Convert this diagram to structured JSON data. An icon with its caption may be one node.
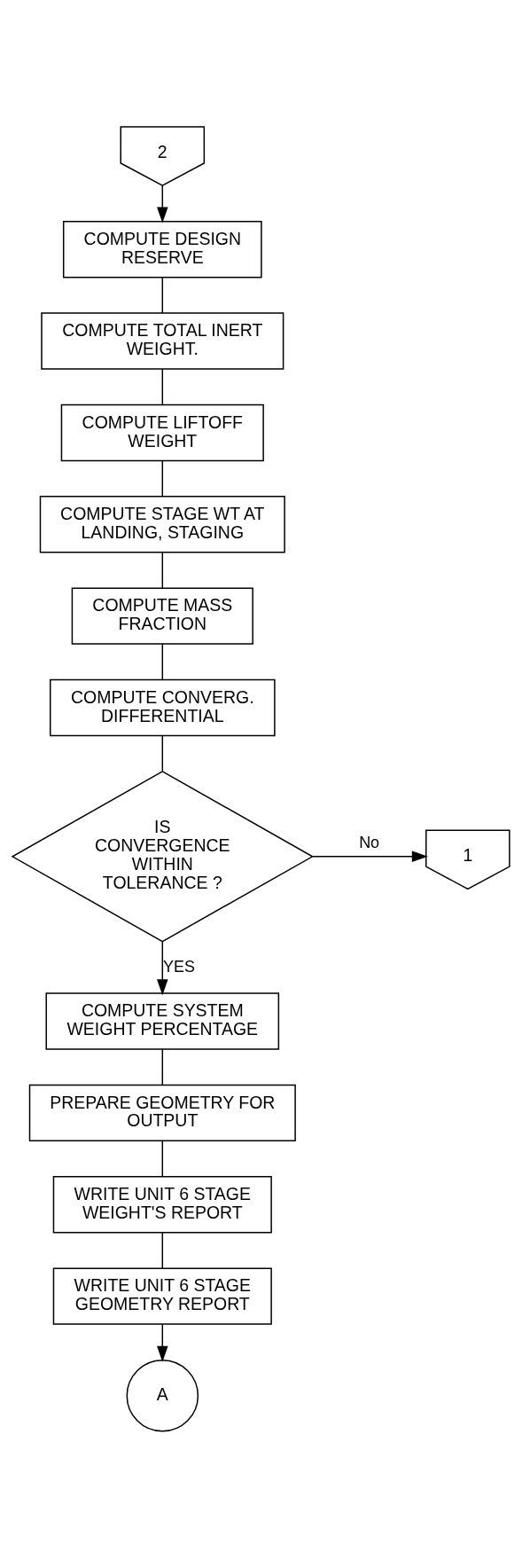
{
  "diagram": {
    "nodes": [
      {
        "text": [
          "2"
        ]
      },
      {
        "text": [
          "COMPUTE DESIGN RESERVE"
        ]
      },
      {
        "text": [
          "COMPUTE TOTAL INERT WEIGHT."
        ]
      },
      {
        "text": [
          "COMPUTE LIFTOFF WEIGHT"
        ]
      },
      {
        "text": [
          "COMPUTE STAGE WT AT LANDING, STAGING"
        ]
      },
      {
        "text": [
          "COMPUTE MASS FRACTION"
        ]
      },
      {
        "text": [
          "COMPUTE CONVERG. DIFFERENTIAL"
        ]
      },
      {
        "text": [
          "IS CONVERGENCE WITHIN TOLERANCE ?"
        ]
      },
      {
        "text": [
          "1"
        ]
      },
      {
        "text": [
          "COMPUTE SYSTEM WEIGHT PERCENTAGE"
        ]
      },
      {
        "text": [
          "PREPARE GEOMETRY FOR OUTPUT"
        ]
      },
      {
        "text": [
          "WRITE UNIT 6 STAGE WEIGHT'S REPORT"
        ]
      },
      {
        "text": [
          "WRITE UNIT 6 STAGE GEOMETRY REPORT"
        ]
      },
      {
        "text": [
          "A"
        ]
      }
    ],
    "edges": [
      {
        "from": 0,
        "to": 1,
        "arrow": "to"
      },
      {
        "from": 1,
        "to": 2,
        "arrow": "none"
      },
      {
        "from": 2,
        "to": 3,
        "arrow": "none"
      },
      {
        "from": 3,
        "to": 4,
        "arrow": "none"
      },
      {
        "from": 4,
        "to": 5,
        "arrow": "none"
      },
      {
        "from": 5,
        "to": 6,
        "arrow": "none"
      },
      {
        "from": 6,
        "to": 7,
        "arrow": "none"
      },
      {
        "from": 7,
        "to": 8,
        "arrow": "to",
        "label": "No"
      },
      {
        "from": 7,
        "to": 9,
        "arrow": "to",
        "label": "YES"
      },
      {
        "from": 9,
        "to": 10,
        "arrow": "none"
      },
      {
        "from": 10,
        "to": 11,
        "arrow": "none"
      },
      {
        "from": 11,
        "to": 12,
        "arrow": "none"
      },
      {
        "from": 12,
        "to": 13,
        "arrow": "to"
      }
    ]
  }
}
